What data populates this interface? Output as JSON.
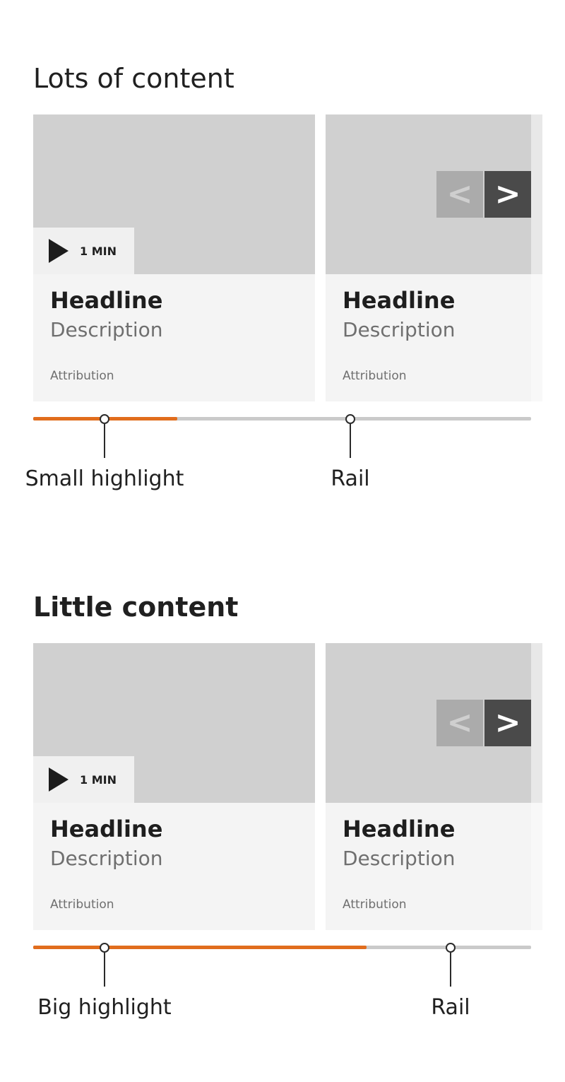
{
  "sections": [
    {
      "title": "Lots of content",
      "cards": [
        {
          "duration": "1 MIN",
          "headline": "Headline",
          "description": "Description",
          "attribution": "Attribution"
        },
        {
          "headline": "Headline",
          "description": "Description",
          "attribution": "Attribution"
        }
      ],
      "nav": {
        "prev_glyph": "<",
        "next_glyph": ">"
      },
      "scrollbar": {
        "highlight_fraction": 0.29
      },
      "annotations": {
        "highlight_label": "Small highlight",
        "rail_label": "Rail"
      }
    },
    {
      "title": "Little content",
      "cards": [
        {
          "duration": "1 MIN",
          "headline": "Headline",
          "description": "Description",
          "attribution": "Attribution"
        },
        {
          "headline": "Headline",
          "description": "Description",
          "attribution": "Attribution"
        }
      ],
      "nav": {
        "prev_glyph": "<",
        "next_glyph": ">"
      },
      "scrollbar": {
        "highlight_fraction": 0.67
      },
      "annotations": {
        "highlight_label": "Big highlight",
        "rail_label": "Rail"
      }
    }
  ],
  "colors": {
    "highlight": "#e16d1d",
    "rail": "#cacaca",
    "image_placeholder": "#d0d0d0",
    "card_background": "#f4f4f4",
    "nav_next": "#4a4a4a",
    "nav_prev": "#ababab"
  },
  "icons": {
    "play": "play-icon",
    "prev": "chevron-left-icon",
    "next": "chevron-right-icon"
  }
}
